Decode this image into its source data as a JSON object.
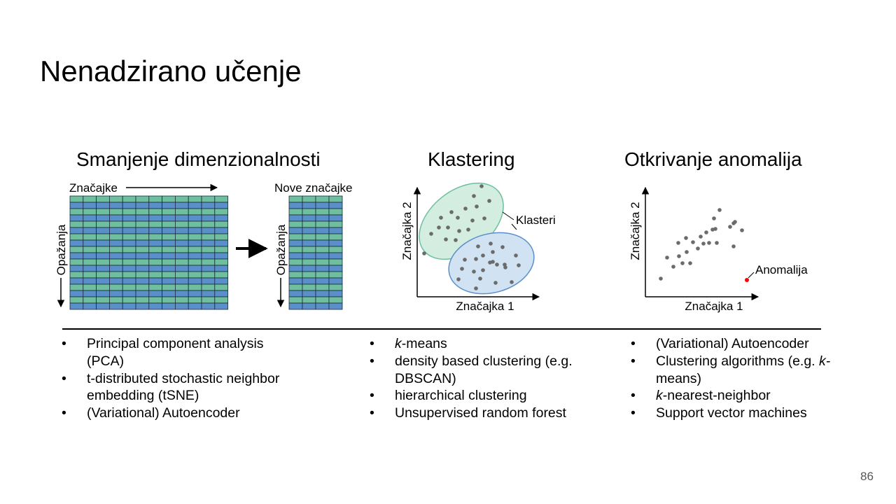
{
  "slide": {
    "title": "Nenadzirano učenje",
    "page_number": "86"
  },
  "sections": {
    "dim_reduction": {
      "heading": "Smanjenje dimenzionalnosti",
      "features_label": "Značajke",
      "new_features_label": "Nove značajke",
      "observations_label": "Opažanja",
      "observations_label_2": "Opažanja"
    },
    "clustering": {
      "heading": "Klastering",
      "x_label": "Značajka 1",
      "y_label": "Značajka 2",
      "clusters_label": "Klasteri"
    },
    "anomaly": {
      "heading": "Otkrivanje anomalija",
      "x_label": "Značajka 1",
      "y_label": "Značajka 2",
      "anomaly_label": "Anomalija"
    }
  },
  "colors": {
    "green": "#6dbf9e",
    "blue": "#5b8fc9",
    "cluster_green_fill": "#d4ede1",
    "cluster_blue_fill": "#d1e3f3",
    "point": "#6b6b6b",
    "anomaly": "#ff0000"
  },
  "lists": {
    "dim_reduction": [
      {
        "bullet": "•",
        "lines": [
          "Principal component analysis",
          "(PCA)"
        ]
      },
      {
        "bullet": "•",
        "lines": [
          "t-distributed stochastic neighbor",
          "embedding (tSNE)"
        ]
      },
      {
        "bullet": "•",
        "lines": [
          "(Variational) Autoencoder"
        ]
      }
    ],
    "clustering": [
      {
        "bullet": "•",
        "em": "k",
        "lines": [
          "-means"
        ]
      },
      {
        "bullet": "•",
        "lines": [
          "density based clustering (e.g.",
          "DBSCAN)"
        ]
      },
      {
        "bullet": "•",
        "lines": [
          "hierarchical clustering"
        ]
      },
      {
        "bullet": "•",
        "lines": [
          "Unsupervised random forest"
        ]
      }
    ],
    "anomaly": [
      {
        "bullet": "•",
        "lines": [
          "(Variational) Autoencoder"
        ]
      },
      {
        "bullet": "•",
        "lines": [
          "Clustering algorithms (e.g. ",
          "means)"
        ],
        "em_tail": "k-"
      },
      {
        "bullet": "•",
        "em": "k",
        "lines": [
          "-nearest-neighbor"
        ]
      },
      {
        "bullet": "•",
        "lines": [
          "Support vector machines"
        ]
      }
    ]
  }
}
